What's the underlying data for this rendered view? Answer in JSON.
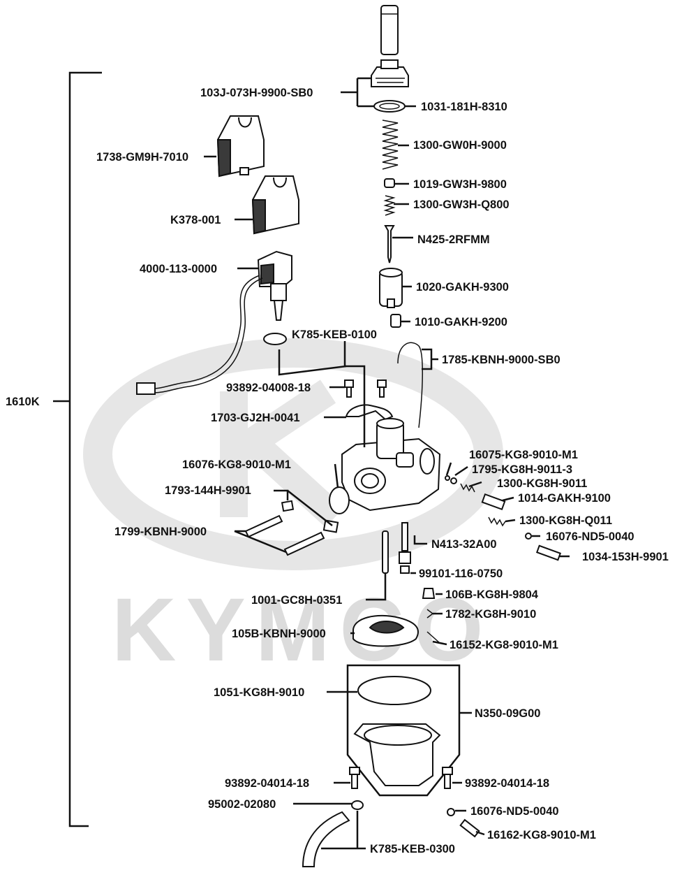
{
  "brand": {
    "watermark_text": "KYMCO",
    "watermark_color": "#dcdcdc",
    "line_color": "#111111"
  },
  "assembly": {
    "label": "1610K"
  },
  "labels": {
    "cap": "103J-073H-9900-SB0",
    "washer_top": "1031-181H-8310",
    "spring_main": "1300-GW0H-9000",
    "clip": "1019-GW3H-9800",
    "spring_small": "1300-GW3H-Q800",
    "needle": "N425-2RFMM",
    "slide": "1020-GAKH-9300",
    "valve_end": "1010-GAKH-9200",
    "cover_a": "1738-GM9H-7010",
    "cover_b": "K378-001",
    "choke": "4000-113-0000",
    "oring_kit": "K785-KEB-0100",
    "vent_tube": "1785-KBNH-9000-SB0",
    "screw_top": "93892-04008-18",
    "plate": "1703-GJ2H-0041",
    "oring_idle": "16075-KG8-9010-M1",
    "spring_idle": "1795-KG8H-9011-3",
    "spring_air": "1300-KG8H-9011",
    "screw_air": "1014-GAKH-9100",
    "oring_body": "16076-KG8-9010-M1",
    "washer_plate": "1793-144H-9901",
    "stud": "1799-KBNH-9000",
    "spring_throttle": "1300-KG8H-Q011",
    "oring_small": "16076-ND5-0040",
    "screw_throttle": "1034-153H-9901",
    "jet_needle": "N413-32A00",
    "main_jet": "99101-116-0750",
    "jet_holder": "1001-GC8H-0351",
    "float_valve": "106B-KG8H-9804",
    "clip_float": "1782-KG8H-9010",
    "float": "105B-KBNH-9000",
    "float_pin": "16152-KG8-9010-M1",
    "gasket_bowl": "1051-KG8H-9010",
    "bowl_set": "N350-09G00",
    "screw_bowl_l": "93892-04014-18",
    "screw_bowl_r": "93892-04014-18",
    "clamp": "95002-02080",
    "oring_drain": "16076-ND5-0040",
    "drain_screw": "16162-KG8-9010-M1",
    "hose_kit": "K785-KEB-0300"
  }
}
